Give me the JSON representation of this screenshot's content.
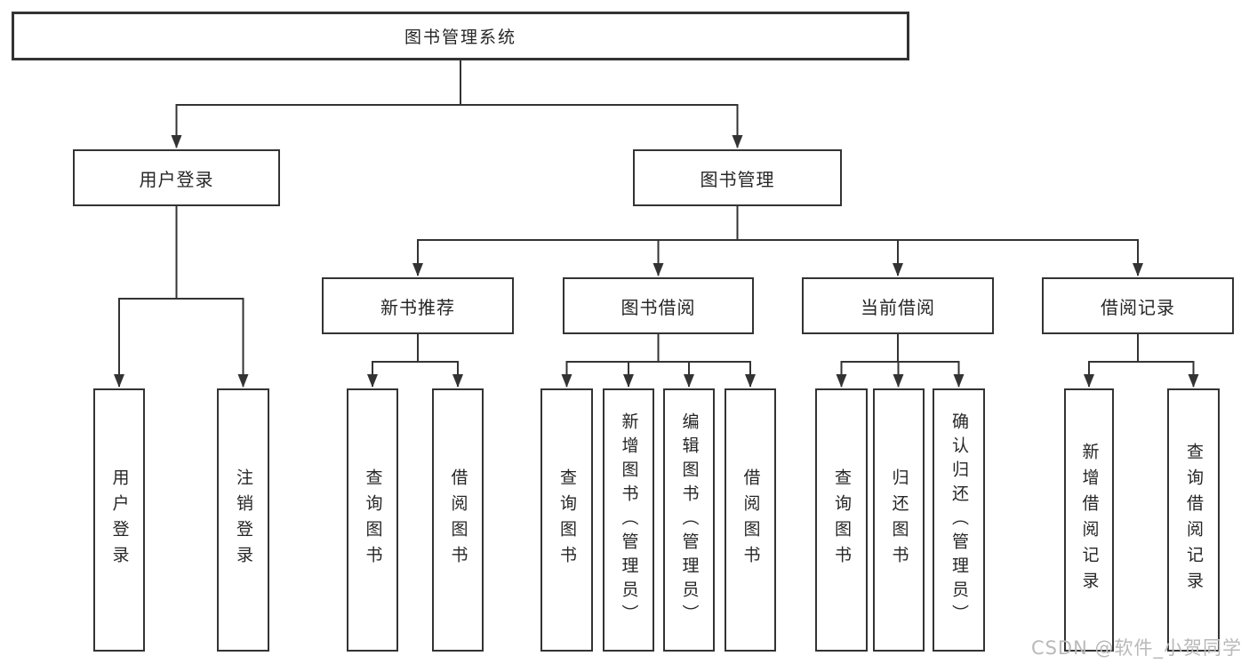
{
  "diagram": {
    "title": "图书管理系统",
    "nodes": {
      "root": {
        "label": "图书管理系统"
      },
      "user_login_group": {
        "label": "用户登录"
      },
      "book_mgmt": {
        "label": "图书管理"
      },
      "new_book_rec": {
        "label": "新书推荐"
      },
      "book_borrow": {
        "label": "图书借阅"
      },
      "current_borrow": {
        "label": "当前借阅"
      },
      "borrow_record": {
        "label": "借阅记录"
      },
      "leaf_user_login": {
        "label": "用户登录"
      },
      "leaf_logout": {
        "label": "注销登录"
      },
      "leaf_nbr_query_book": {
        "label": "查询图书"
      },
      "leaf_nbr_borrow_book": {
        "label": "借阅图书"
      },
      "leaf_bb_query_book": {
        "label": "查询图书"
      },
      "leaf_bb_add_book": {
        "label": "新增图书（管理员）"
      },
      "leaf_bb_edit_book": {
        "label": "编辑图书（管理员）"
      },
      "leaf_bb_borrow_book": {
        "label": "借阅图书"
      },
      "leaf_cb_query_book": {
        "label": "查询图书"
      },
      "leaf_cb_return_book": {
        "label": "归还图书"
      },
      "leaf_cb_confirm_return": {
        "label": "确认归还（管理员）"
      },
      "leaf_br_add_record": {
        "label": "新增借阅记录"
      },
      "leaf_br_query_record": {
        "label": "查询借阅记录"
      }
    },
    "edges": [
      {
        "from": "图书管理系统",
        "to": "用户登录"
      },
      {
        "from": "图书管理系统",
        "to": "图书管理"
      },
      {
        "from": "用户登录",
        "to": "用户登录"
      },
      {
        "from": "用户登录",
        "to": "注销登录"
      },
      {
        "from": "图书管理",
        "to": "新书推荐"
      },
      {
        "from": "图书管理",
        "to": "图书借阅"
      },
      {
        "from": "图书管理",
        "to": "当前借阅"
      },
      {
        "from": "图书管理",
        "to": "借阅记录"
      },
      {
        "from": "新书推荐",
        "to": "查询图书"
      },
      {
        "from": "新书推荐",
        "to": "借阅图书"
      },
      {
        "from": "图书借阅",
        "to": "查询图书"
      },
      {
        "from": "图书借阅",
        "to": "新增图书（管理员）"
      },
      {
        "from": "图书借阅",
        "to": "编辑图书（管理员）"
      },
      {
        "from": "图书借阅",
        "to": "借阅图书"
      },
      {
        "from": "当前借阅",
        "to": "查询图书"
      },
      {
        "from": "当前借阅",
        "to": "归还图书"
      },
      {
        "from": "当前借阅",
        "to": "确认归还（管理员）"
      },
      {
        "from": "借阅记录",
        "to": "新增借阅记录"
      },
      {
        "from": "借阅记录",
        "to": "查询借阅记录"
      }
    ]
  },
  "watermark": {
    "text": "CSDN @软件_小贺同学"
  },
  "colors": {
    "line": "#333333",
    "text": "#262626",
    "watermark": "#b9b9b9",
    "background": "#ffffff"
  }
}
